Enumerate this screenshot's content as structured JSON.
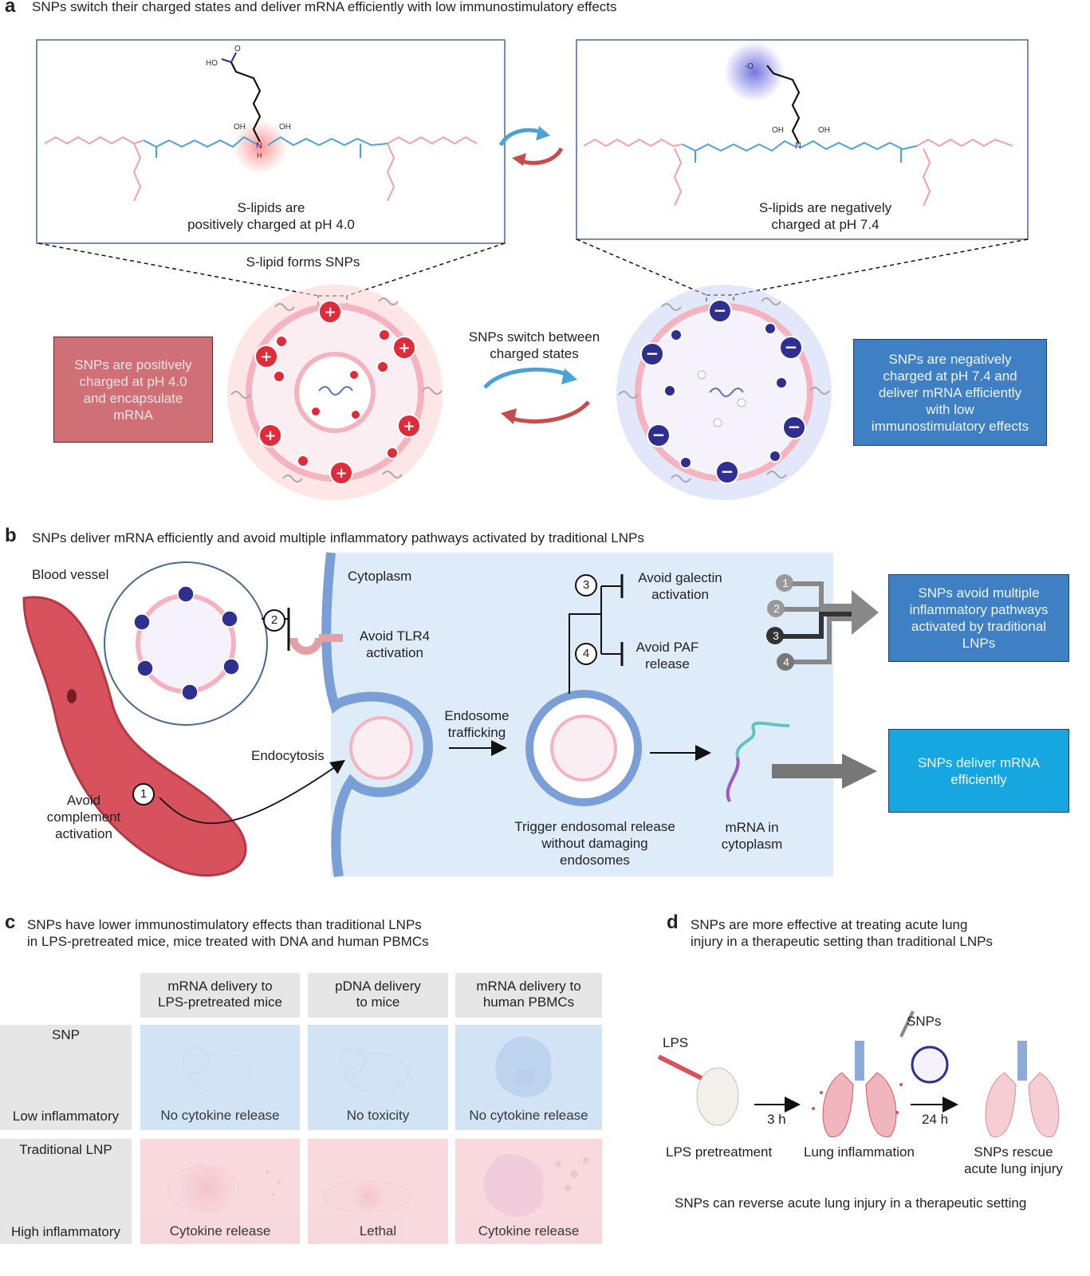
{
  "panel_a": {
    "letter": "a",
    "title": "SNPs switch their charged states and deliver mRNA efficiently with low immunostimulatory effects",
    "left_caption": [
      "S-lipids are",
      "positively charged at pH 4.0"
    ],
    "right_caption": [
      "S-lipids are negatively",
      "charged at pH 7.4"
    ],
    "forms_label": "S-lipid forms SNPs",
    "switch_label": [
      "SNPs switch between",
      "charged states"
    ],
    "left_box": [
      "SNPs are positively",
      "charged at pH 4.0",
      "and encapsulate",
      "mRNA"
    ],
    "right_box": [
      "SNPs are negatively",
      "charged at pH 7.4 and",
      "deliver mRNA efficiently",
      "with low",
      "immunostimulatory effects"
    ],
    "chem": {
      "ho_label": "HO",
      "o_label": "O",
      "oh_label": "OH",
      "n_label": "N",
      "h_label": "H",
      "o_minus_label": "-O"
    }
  },
  "panel_b": {
    "letter": "b",
    "title": "SNPs deliver mRNA efficiently and avoid multiple inflammatory pathways activated by traditional LNPs",
    "blood_vessel": "Blood vessel",
    "cytoplasm": "Cytoplasm",
    "avoid_tlr4": [
      "Avoid TLR4",
      "activation"
    ],
    "avoid_galectin": [
      "Avoid galectin",
      "activation"
    ],
    "avoid_paf": [
      "Avoid PAF",
      "release"
    ],
    "endocytosis": "Endocytosis",
    "endosome_trafficking": [
      "Endosome",
      "trafficking"
    ],
    "avoid_complement": [
      "Avoid",
      "complement",
      "activation"
    ],
    "trigger_release": [
      "Trigger endosomal release",
      "without damaging",
      "endosomes"
    ],
    "mrna_cytoplasm": [
      "mRNA in",
      "cytoplasm"
    ],
    "box_pathways": [
      "SNPs avoid multiple",
      "inflammatory pathways",
      "activated by traditional",
      "LNPs"
    ],
    "box_deliver": [
      "SNPs deliver mRNA",
      "efficiently"
    ],
    "numbers": [
      "1",
      "2",
      "3",
      "4"
    ]
  },
  "panel_c": {
    "letter": "c",
    "title": [
      "SNPs have lower immunostimulatory effects than traditional LNPs",
      "in LPS-pretreated mice, mice treated with DNA and human PBMCs"
    ],
    "col_headers": [
      [
        "mRNA delivery to",
        "LPS-pretreated mice"
      ],
      [
        "pDNA delivery",
        "to mice"
      ],
      [
        "mRNA delivery to",
        "human PBMCs"
      ]
    ],
    "rows": [
      {
        "name": "SNP",
        "level": "Low inflammatory",
        "cells": [
          "No cytokine release",
          "No toxicity",
          "No cytokine release"
        ]
      },
      {
        "name": "Traditional LNP",
        "level": "High inflammatory",
        "cells": [
          "Cytokine release",
          "Lethal",
          "Cytokine release"
        ]
      }
    ]
  },
  "panel_d": {
    "letter": "d",
    "title": [
      "SNPs are more effective at treating acute lung",
      "injury in a therapeutic setting than traditional LNPs"
    ],
    "lps": "LPS",
    "snps": "SNPs",
    "t1": "3 h",
    "t2": "24 h",
    "step1": "LPS pretreatment",
    "step2": "Lung inflammation",
    "step3": [
      "SNPs rescue",
      "acute lung injury"
    ],
    "footer": "SNPs can reverse acute lung injury in a therapeutic setting"
  },
  "colors": {
    "red_box": "#cf6f76",
    "blue_box": "#3f7fc3",
    "cyan_box": "#17a7e0",
    "cell_blue": "#cfe0f6",
    "cell_pink": "#f7d5da",
    "cytoplasm_bg": "#deebf8"
  }
}
